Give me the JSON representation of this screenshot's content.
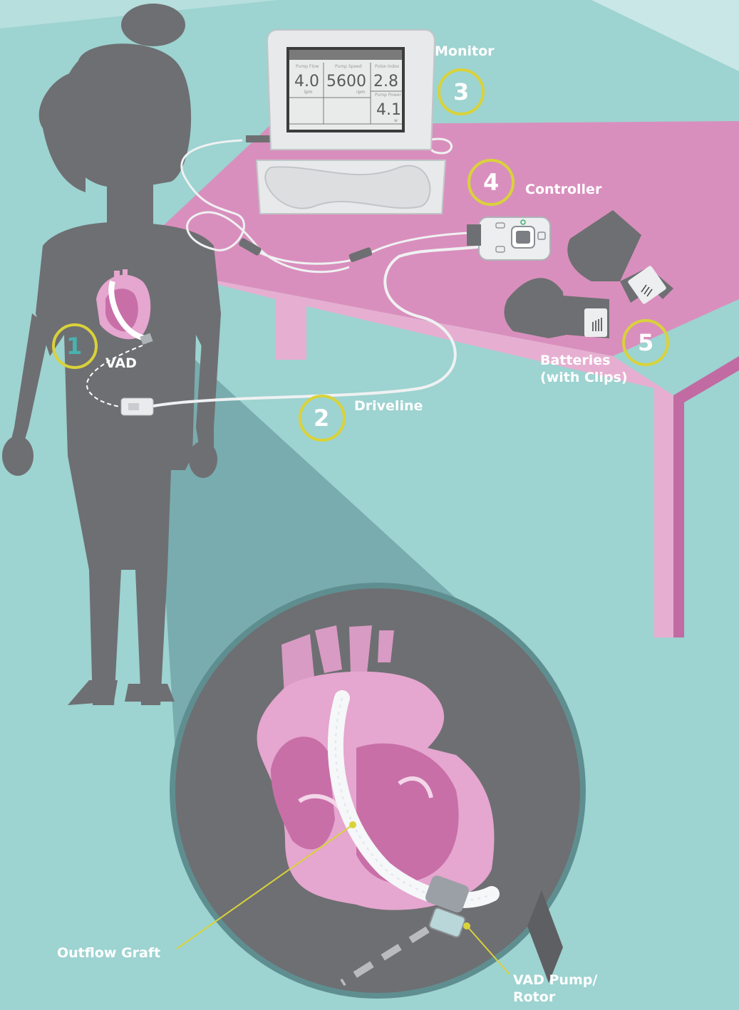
{
  "labels": {
    "monitor": "Monitor",
    "controller": "Controller",
    "batteries": "Batteries\n(with Clips)",
    "driveline": "Driveline",
    "vad": "VAD",
    "outflow_graft": "Outflow Graft",
    "vad_pump": "VAD Pump/\nRotor"
  },
  "callouts": {
    "one": "1",
    "two": "2",
    "three": "3",
    "four": "4",
    "five": "5"
  },
  "monitor_screen": {
    "pump_flow_caption": "Pump Flow",
    "pump_flow_value": "4.0",
    "pump_flow_unit": "lpm",
    "pump_speed_caption": "Pump Speed",
    "pump_speed_value": "5600",
    "pump_speed_unit": "rpm",
    "pulse_index_caption": "Pulse Index",
    "pulse_index_value": "2.8",
    "pump_power_caption": "Pump Power",
    "pump_power_value": "4.1",
    "pump_power_unit": "w"
  },
  "colors": {
    "background": "#9dd3d1",
    "silhouette": "#6e6f72",
    "table_top": "#d98fbd",
    "heart_pink": "#e5a6cf",
    "heart_dark": "#c86fa8",
    "callout_ring": "#d9d23a",
    "callout_one_text": "#47b3b0"
  }
}
